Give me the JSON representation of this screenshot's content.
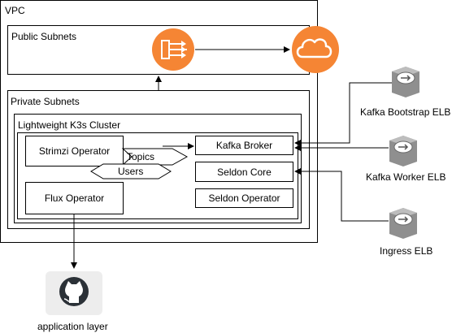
{
  "colors": {
    "accent_orange": "#F58534",
    "elb_gray": "#9A9A9A",
    "line": "#000000"
  },
  "vpc": {
    "label": "VPC"
  },
  "public_subnets": {
    "label": "Public Subnets",
    "icons": [
      "nat-gateway-icon",
      "internet-gateway-cloud-icon"
    ]
  },
  "private_subnets": {
    "label": "Private Subnets"
  },
  "cluster": {
    "label": "Lightweight K3s Cluster"
  },
  "components": {
    "strimzi": "Strimzi Operator",
    "flux": "Flux Operator",
    "kafka_broker": "Kafka Broker",
    "seldon_core": "Seldon Core",
    "seldon_operator": "Seldon Operator"
  },
  "flows": {
    "topics": "Topics",
    "users": "Users"
  },
  "elbs": {
    "bootstrap": "Kafka Bootstrap ELB",
    "worker": "Kafka Worker ELB",
    "ingress": "Ingress ELB"
  },
  "external": {
    "label": "application layer",
    "icon": "github-icon"
  }
}
